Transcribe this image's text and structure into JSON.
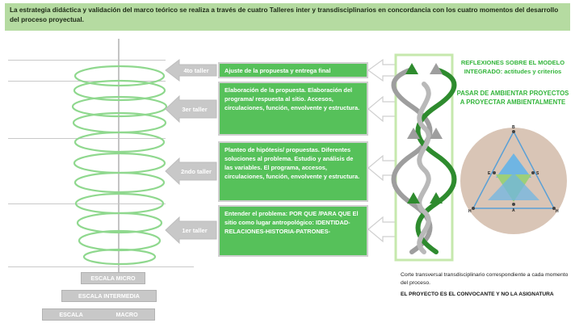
{
  "banner": {
    "text": "La estrategia didáctica y validación del marco teórico se realiza a través de cuatro Talleres inter y transdisciplinarios en concordancia con los cuatro momentos del desarrollo del proceso proyectual."
  },
  "talleres": [
    {
      "label": "4to taller",
      "text": "Ajuste de la propuesta y entrega final"
    },
    {
      "label": "3er taller",
      "text": "Elaboración de la propuesta. Elaboración del programa/ respuesta al sitio.  Accesos, circulaciones, función, envolvente y estructura."
    },
    {
      "label": "2ndo taller",
      "text": "Planteo de hipótesis/ propuestas. Diferentes soluciones al problema. Estudio y análisis de las variables. El programa, accesos, circulaciones, función, envolvente y estructura."
    },
    {
      "label": "1er taller",
      "text": "Entender el problema: POR QUE /PARA QUE El sitio como lugar antropológico: IDENTIDAD-RELACIONES-HISTORIA-PATRONES-"
    }
  ],
  "reflexiones": {
    "title": "REFLEXIONES SOBRE EL MODELO INTEGRADO: actitudes y criterios",
    "subtitle": "PASAR DE AMBIENTAR PROYECTOS A PROYECTAR AMBIENTALMENTE"
  },
  "triangle_labels": {
    "top": "B",
    "left": "E",
    "right": "S",
    "bottom": "A",
    "bottom_left": "H",
    "bottom_right": "H"
  },
  "notes": {
    "corte": "Corte transversal transdisciplinario correspondiente a cada momento del proceso.",
    "proyecto": "EL PROYECTO ES EL CONVOCANTE Y NO LA ASIGNATURA"
  },
  "escalas": {
    "micro": "ESCALA MICRO",
    "intermedia": "ESCALA INTERMEDIA",
    "escala": "ESCALA",
    "macro": "MACRO"
  },
  "colors": {
    "green": "#56c15a",
    "light_green": "#b5dba1",
    "arrow_gray": "#c8c8c8",
    "circle_bg": "#d9c5b6",
    "triangle_blue": "#6fb5e3"
  }
}
